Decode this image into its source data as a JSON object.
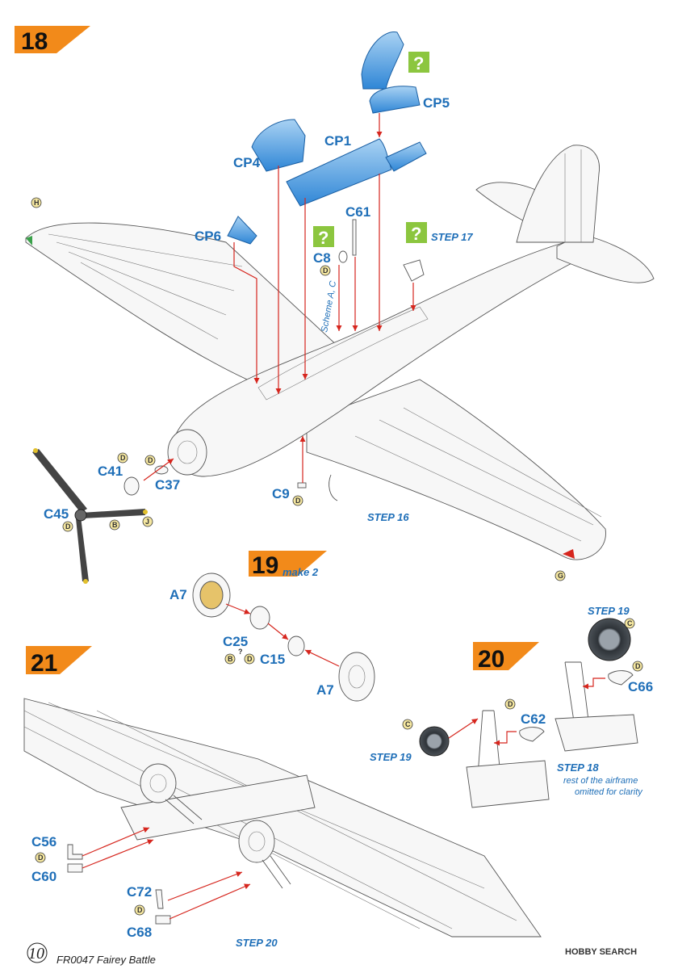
{
  "colors": {
    "accent_orange": "#f28a1a",
    "label_blue": "#1f6fb8",
    "arrow_red": "#d6261e",
    "unknown_green": "#8cc63f",
    "glass_blue": "#4a9ee0"
  },
  "steps": {
    "s18": {
      "number": "18"
    },
    "s19": {
      "number": "19",
      "note": "make 2"
    },
    "s20": {
      "number": "20"
    },
    "s21": {
      "number": "21"
    }
  },
  "parts": {
    "cp1": "CP1",
    "cp4": "CP4",
    "cp5": "CP5",
    "cp6": "CP6",
    "c61": "C61",
    "c8": "C8",
    "c41": "C41",
    "c37": "C37",
    "c45": "C45",
    "c9": "C9",
    "a7_top": "A7",
    "a7_bottom": "A7",
    "c25": "C25",
    "c15": "C15",
    "c62": "C62",
    "c66": "C66",
    "c56": "C56",
    "c60": "C60",
    "c72": "C72",
    "c68": "C68"
  },
  "references": {
    "step17": "STEP 17",
    "step16": "STEP 16",
    "step19_top": "STEP 19",
    "step19_left": "STEP 19",
    "step18": "STEP 18",
    "step20": "STEP 20"
  },
  "notes": {
    "scheme": "Scheme A, C",
    "omitted_line1": "rest of the airframe",
    "omitted_line2": "omitted for clarity"
  },
  "paint_markers": {
    "h": "H",
    "d": "D",
    "b": "B",
    "j": "J",
    "g": "G",
    "c": "C",
    "question": "?"
  },
  "unknown_mark": "?",
  "footer": {
    "page": "10",
    "title": "FR0047 Fairey Battle",
    "watermark": "HOBBY SEARCH"
  }
}
